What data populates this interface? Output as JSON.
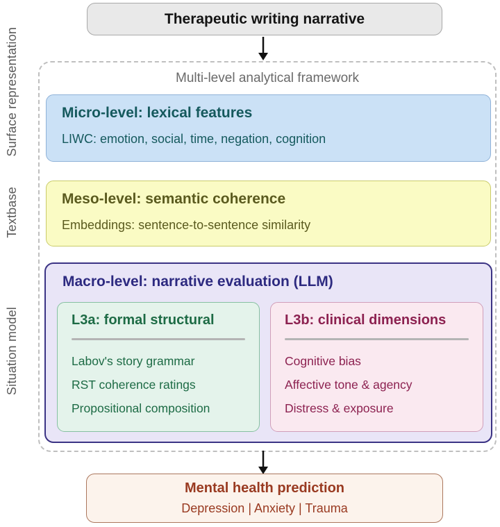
{
  "palette": {
    "page_bg": "#ffffff",
    "top_fill": "#e9e9e9",
    "top_border": "#a8a8a8",
    "top_text": "#141414",
    "frame_border": "#bfbfbf",
    "frame_title": "#6a6a6a",
    "side_label": "#5a5a5a",
    "arrow": "#111111",
    "micro_fill": "#cbe1f6",
    "micro_border": "#8fb2d8",
    "micro_text": "#15595d",
    "meso_fill": "#fafbc4",
    "meso_border": "#c9cb69",
    "meso_text": "#5a5a1e",
    "macro_fill": "#e9e5f7",
    "macro_border": "#3b3384",
    "macro_text": "#2d2a80",
    "l3a_fill": "#e4f3eb",
    "l3a_border": "#86c0a1",
    "l3a_text": "#1d6b45",
    "l3b_fill": "#fae9f0",
    "l3b_border": "#d09eb9",
    "l3b_text": "#8c2150",
    "divider": "#b4b4b4",
    "bottom_fill": "#fcf3ec",
    "bottom_border": "#ab775d",
    "bottom_text": "#993a21"
  },
  "top_box": {
    "label": "Therapeutic writing narrative"
  },
  "framework": {
    "title": "Multi-level analytical framework",
    "micro": {
      "title": "Micro-level: lexical features",
      "subtitle": "LIWC: emotion, social, time, negation, cognition"
    },
    "meso": {
      "title": "Meso-level: semantic coherence",
      "subtitle": "Embeddings: sentence-to-sentence similarity"
    },
    "macro": {
      "title": "Macro-level: narrative evaluation (LLM)",
      "l3a": {
        "title": "L3a: formal structural",
        "items": [
          "Labov's story grammar",
          "RST coherence ratings",
          "Propositional composition"
        ]
      },
      "l3b": {
        "title": "L3b: clinical dimensions",
        "items": [
          "Cognitive bias",
          "Affective tone & agency",
          "Distress & exposure"
        ]
      }
    }
  },
  "side_labels": {
    "surface": "Surface representation",
    "textbase": "Textbase",
    "situation": "Situation model"
  },
  "bottom_box": {
    "title": "Mental health prediction",
    "subtitle": "Depression | Anxiety | Trauma"
  }
}
